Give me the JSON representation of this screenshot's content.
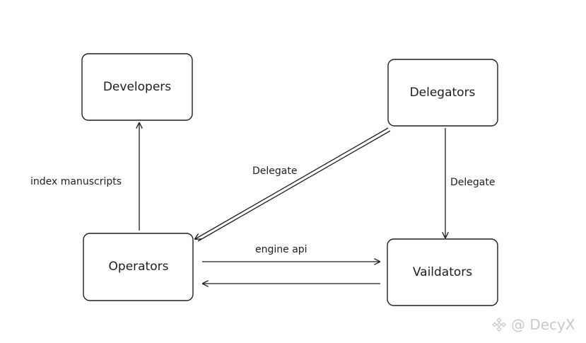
{
  "nodes": {
    "developers": "Developers",
    "delegators": "Delegators",
    "operators": "Operators",
    "validators": "Vaildators"
  },
  "edges": {
    "operators_to_developers": "index manuscripts",
    "delegators_to_operators": "Delegate",
    "delegators_to_validators": "Delegate",
    "operators_to_validators": "engine api"
  },
  "watermark": {
    "text": "@ DecyX",
    "icon": "binance-logo-icon"
  }
}
